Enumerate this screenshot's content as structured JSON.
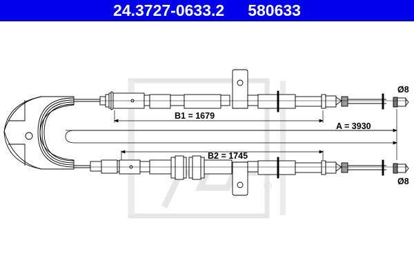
{
  "header": {
    "part_number": "24.3727-0633.2",
    "reference_number": "580633",
    "background_color": "#0000ee",
    "text_color": "#ffffff"
  },
  "diagram": {
    "subject": "parking brake cable pair",
    "watermark": "ATE logo (light grey)",
    "dimensions": {
      "b1": "B1 = 1679",
      "b2": "B2 = 1745",
      "a": "A = 3930",
      "diameter_top": "Ø8",
      "diameter_bottom": "Ø8"
    },
    "colors": {
      "line": "#000000",
      "watermark": "#e4e4e4",
      "background": "#ffffff"
    }
  }
}
